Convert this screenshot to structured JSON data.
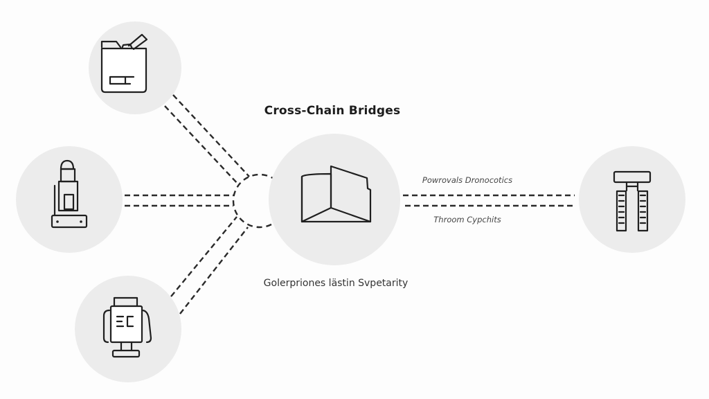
{
  "diagram": {
    "title": "Cross-Chain Bridges",
    "labels": {
      "right_upper": "Powrovals Dronocotics",
      "right_lower": "Throom Cypchits",
      "bottom_center": "Golerpriones lästin Svpetarity"
    },
    "nodes": [
      {
        "id": "node-top-left",
        "icon": "wallet-icon"
      },
      {
        "id": "node-middle-left",
        "icon": "tower-icon"
      },
      {
        "id": "node-bottom-left",
        "icon": "terminal-icon"
      },
      {
        "id": "node-center",
        "icon": "open-book-icon"
      },
      {
        "id": "node-right",
        "icon": "bridge-pillars-icon"
      }
    ],
    "colors": {
      "background": "#fdfdfd",
      "node_fill": "#ececec",
      "stroke": "#1f1f1f"
    }
  }
}
